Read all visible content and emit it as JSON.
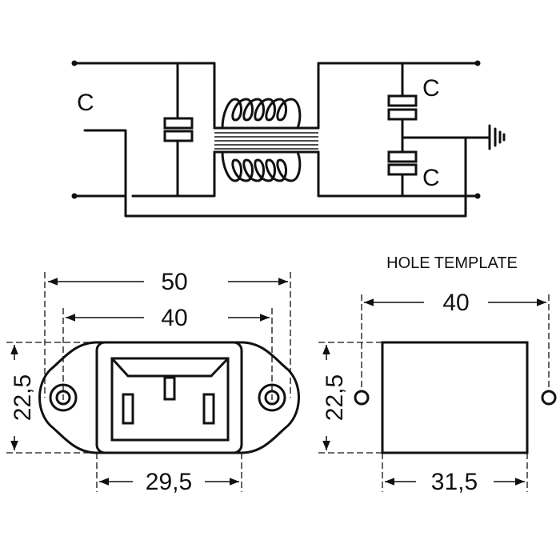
{
  "schematic": {
    "cap_label_left": "C",
    "cap_label_right_top": "C",
    "cap_label_right_bottom": "C"
  },
  "socket_view": {
    "overall_width": "50",
    "hole_spacing": "40",
    "height": "22,5",
    "body_width": "29,5"
  },
  "hole_template": {
    "title": "HOLE TEMPLATE",
    "hole_spacing": "40",
    "height": "22,5",
    "cutout_width": "31,5"
  }
}
